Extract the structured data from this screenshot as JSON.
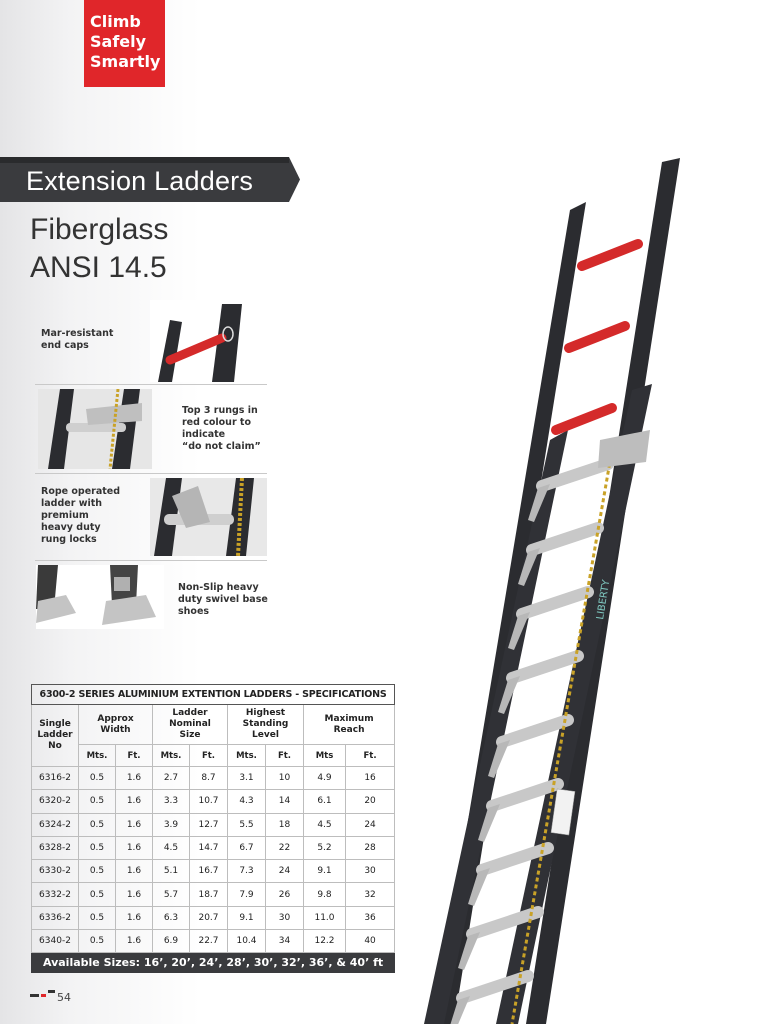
{
  "brand": {
    "lines": [
      "Climb",
      "Safely",
      "Smartly"
    ],
    "color": "#e0262a"
  },
  "section": {
    "title": "Extension Ladders"
  },
  "product": {
    "line1": "Fiberglass",
    "line2": "ANSI 14.5"
  },
  "features": [
    {
      "text": "Mar-resistant\nend caps",
      "icon": "end-cap-photo"
    },
    {
      "text": "Top 3 rungs in\nred colour to\nindicate\n“do not claim”",
      "icon": "red-rungs-photo"
    },
    {
      "text": "Rope operated\nladder with\npremium\nheavy duty\nrung locks",
      "icon": "rung-lock-photo"
    },
    {
      "text": "Non-Slip heavy\nduty swivel base\nshoes",
      "icon": "base-shoe-photo"
    }
  ],
  "spec_table": {
    "title": "6300-2 SERIES ALUMINIUM EXTENTION LADDERS - SPECIFICATIONS",
    "headers": [
      "Single\nLadder\nNo",
      "Approx\nWidth",
      "Ladder\nNominal\nSize",
      "Highest\nStanding\nLevel",
      "Maximum\nReach"
    ],
    "units": [
      "Mts.",
      "Ft.",
      "Mts.",
      "Ft.",
      "Mts.",
      "Ft.",
      "Mts",
      "Ft."
    ],
    "rows": [
      [
        "6316-2",
        "0.5",
        "1.6",
        "2.7",
        "8.7",
        "3.1",
        "10",
        "4.9",
        "16"
      ],
      [
        "6320-2",
        "0.5",
        "1.6",
        "3.3",
        "10.7",
        "4.3",
        "14",
        "6.1",
        "20"
      ],
      [
        "6324-2",
        "0.5",
        "1.6",
        "3.9",
        "12.7",
        "5.5",
        "18",
        "4.5",
        "24"
      ],
      [
        "6328-2",
        "0.5",
        "1.6",
        "4.5",
        "14.7",
        "6.7",
        "22",
        "5.2",
        "28"
      ],
      [
        "6330-2",
        "0.5",
        "1.6",
        "5.1",
        "16.7",
        "7.3",
        "24",
        "9.1",
        "30"
      ],
      [
        "6332-2",
        "0.5",
        "1.6",
        "5.7",
        "18.7",
        "7.9",
        "26",
        "9.8",
        "32"
      ],
      [
        "6336-2",
        "0.5",
        "1.6",
        "6.3",
        "20.7",
        "9.1",
        "30",
        "11.0",
        "36"
      ],
      [
        "6340-2",
        "0.5",
        "1.6",
        "6.9",
        "22.7",
        "10.4",
        "34",
        "12.2",
        "40"
      ]
    ],
    "available_sizes": "Available Sizes: 16’, 20’, 24’, 28’, 30’, 32’, 36’, & 40’ ft"
  },
  "footer": {
    "page_number": "54"
  },
  "ladder_label": "LIBERTY",
  "colors": {
    "dark_banner": "#3a3b3e",
    "rail": "#2b2c30",
    "red_rung": "#d42a2a",
    "rope": "#c9a227"
  }
}
